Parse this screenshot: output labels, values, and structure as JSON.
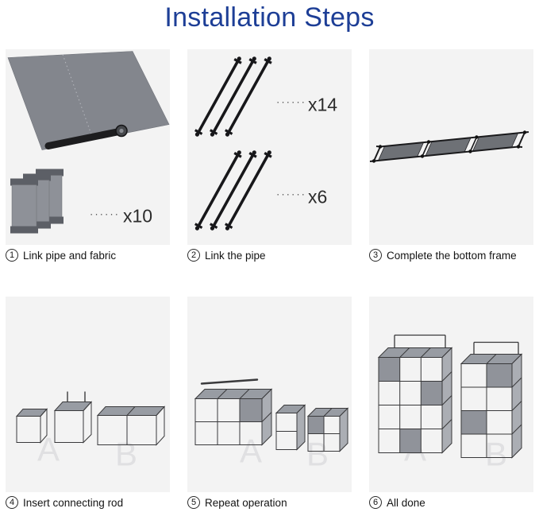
{
  "page": {
    "title": "Installation Steps",
    "title_color": "#1d3e96",
    "panel_background": "#f3f3f3",
    "fabric_color": "#83868d",
    "pipe_color": "#17171a"
  },
  "panels": [
    {
      "number": "1",
      "caption": "Link pipe and fabric",
      "annotations": [
        {
          "dots": "······",
          "label": "x10"
        }
      ]
    },
    {
      "number": "2",
      "caption": "Link the pipe",
      "annotations": [
        {
          "dots": "······",
          "label": "x14"
        },
        {
          "dots": "······",
          "label": "x6"
        }
      ]
    },
    {
      "number": "3",
      "caption": "Complete the bottom frame",
      "annotations": []
    },
    {
      "number": "4",
      "caption": "Insert connecting rod",
      "watermarks": [
        "A",
        "B"
      ]
    },
    {
      "number": "5",
      "caption": "Repeat operation",
      "watermarks": [
        "A",
        "B"
      ]
    },
    {
      "number": "6",
      "caption": "All done",
      "watermarks": [
        "A",
        "B"
      ]
    }
  ]
}
